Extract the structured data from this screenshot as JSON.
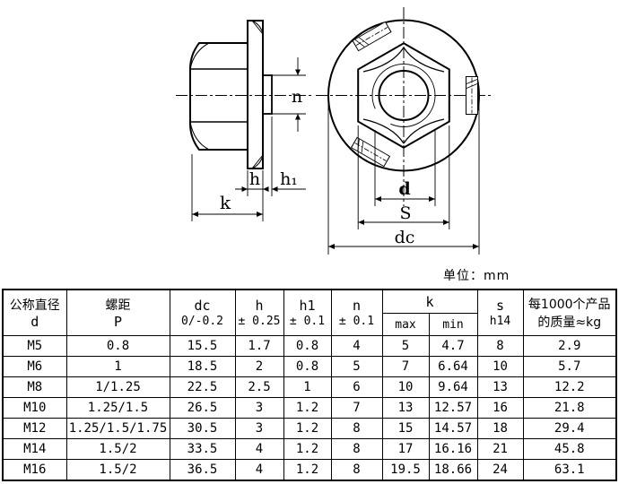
{
  "unit_label": "单位：mm",
  "drawing": {
    "side_view_labels": {
      "n": "n",
      "h": "h",
      "h1": "h₁",
      "k": "k"
    },
    "front_view_labels": {
      "d": "d",
      "s": "S",
      "dc": "dc"
    }
  },
  "table": {
    "headers": {
      "col1": [
        "公称直径",
        "d"
      ],
      "col2": [
        "螺距",
        "P"
      ],
      "col3": [
        "dc",
        "0/-0.2"
      ],
      "col4": [
        "h",
        "± 0.25"
      ],
      "col5": [
        "h1",
        "± 0.1"
      ],
      "col6": [
        "n",
        "± 0.1"
      ],
      "k": "k",
      "k_max": "max",
      "k_min": "min",
      "col9": [
        "s",
        "h14"
      ],
      "col10": [
        "每1000个产品",
        "的质量≈kg"
      ]
    },
    "rows": [
      [
        "M5",
        "0.8",
        "15.5",
        "1.7",
        "0.8",
        "4",
        "5",
        "4.7",
        "8",
        "2.9"
      ],
      [
        "M6",
        "1",
        "18.5",
        "2",
        "0.8",
        "5",
        "7",
        "6.64",
        "10",
        "5.7"
      ],
      [
        "M8",
        "1/1.25",
        "22.5",
        "2.5",
        "1",
        "6",
        "10",
        "9.64",
        "13",
        "12.2"
      ],
      [
        "M10",
        "1.25/1.5",
        "26.5",
        "3",
        "1.2",
        "7",
        "13",
        "12.57",
        "16",
        "21.8"
      ],
      [
        "M12",
        "1.25/1.5/1.75",
        "30.5",
        "3",
        "1.2",
        "8",
        "15",
        "14.57",
        "18",
        "29.4"
      ],
      [
        "M14",
        "1.5/2",
        "33.5",
        "4",
        "1.2",
        "8",
        "17",
        "16.16",
        "21",
        "45.8"
      ],
      [
        "M16",
        "1.5/2",
        "36.5",
        "4",
        "1.2",
        "8",
        "19.5",
        "18.66",
        "24",
        "63.1"
      ]
    ]
  }
}
